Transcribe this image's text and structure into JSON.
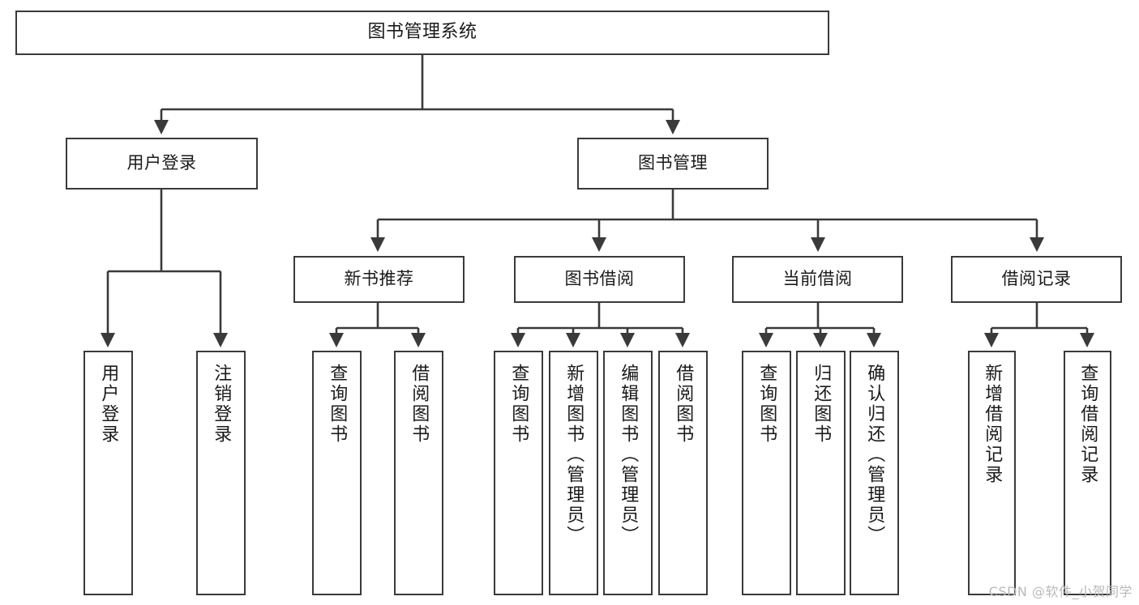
{
  "diagram": {
    "title": "图书管理系统",
    "type": "hierarchy-tree",
    "background_color": "#ffffff",
    "line_color": "#3a3a3a",
    "text_color": "#1a1a1a"
  },
  "nodes": {
    "root": {
      "label": "图书管理系统"
    },
    "level1": [
      {
        "id": "user-login",
        "label": "用户登录"
      },
      {
        "id": "book-management",
        "label": "图书管理"
      }
    ],
    "level2": [
      {
        "id": "new-book-recommend",
        "label": "新书推荐"
      },
      {
        "id": "book-borrow",
        "label": "图书借阅"
      },
      {
        "id": "current-borrow",
        "label": "当前借阅"
      },
      {
        "id": "borrow-record",
        "label": "借阅记录"
      }
    ],
    "leaves": {
      "user_login": [
        {
          "id": "leaf-user-login",
          "label": "用户登录"
        },
        {
          "id": "leaf-logout-login",
          "label": "注销登录"
        }
      ],
      "new_book_recommend": [
        {
          "id": "leaf-query-book-1",
          "label": "查询图书"
        },
        {
          "id": "leaf-borrow-book-1",
          "label": "借阅图书"
        }
      ],
      "book_borrow": [
        {
          "id": "leaf-query-book-2",
          "label": "查询图书"
        },
        {
          "id": "leaf-add-book",
          "label": "新增图书（管理员）"
        },
        {
          "id": "leaf-edit-book",
          "label": "编辑图书（管理员）"
        },
        {
          "id": "leaf-borrow-book-2",
          "label": "借阅图书"
        }
      ],
      "current_borrow": [
        {
          "id": "leaf-query-book-3",
          "label": "查询图书"
        },
        {
          "id": "leaf-return-book",
          "label": "归还图书"
        },
        {
          "id": "leaf-confirm-return",
          "label": "确认归还（管理员）"
        }
      ],
      "borrow_record": [
        {
          "id": "leaf-add-record",
          "label": "新增借阅记录"
        },
        {
          "id": "leaf-query-record",
          "label": "查询借阅记录"
        }
      ]
    }
  },
  "watermark": {
    "text": "CSDN @软件_小贺同学"
  }
}
